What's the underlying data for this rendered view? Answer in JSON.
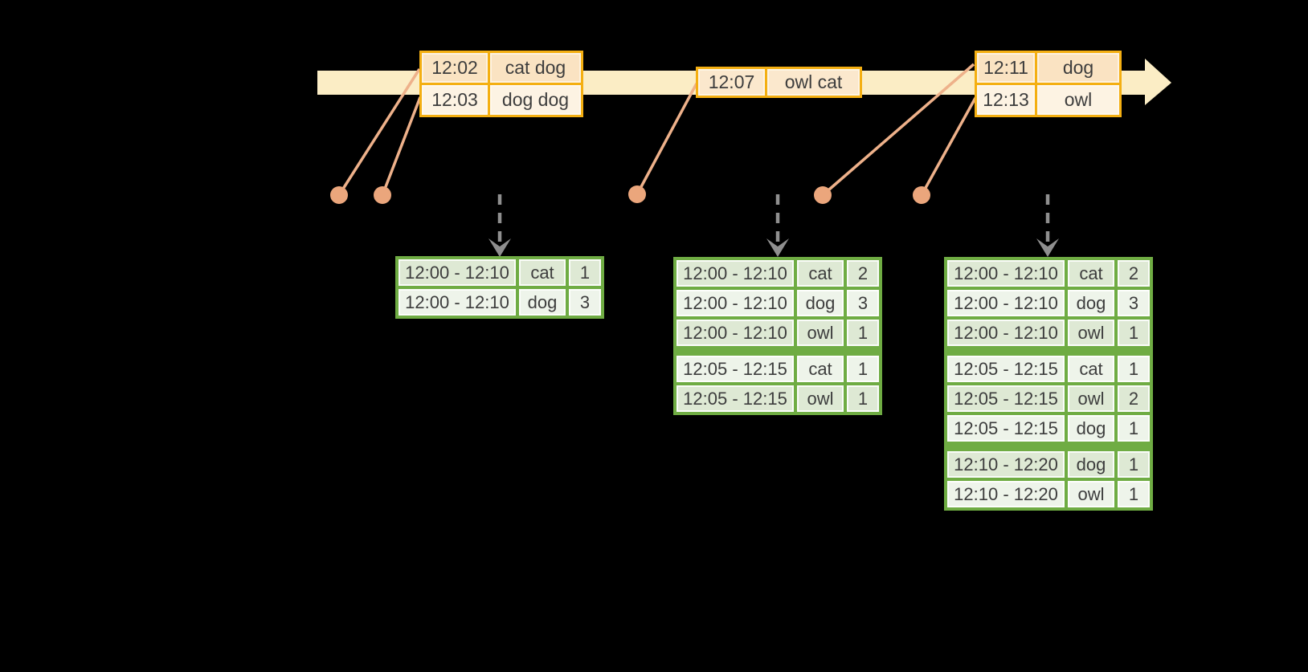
{
  "colors": {
    "background": "#000000",
    "timeline_band": "#FBEDC5",
    "event_table_border": "#F4AF12",
    "event_row_dark": "#FAE3C2",
    "event_row_light": "#FDF3E3",
    "event_dot": "#EBA67C",
    "event_line": "#EEB18A",
    "result_table_border": "#6FAC43",
    "result_row_dark": "#DEE9D4",
    "result_row_light": "#EEF4EA",
    "trigger_arrow": "#8F8F8F",
    "text": "#3D3D3D"
  },
  "event_tables": [
    {
      "rows": [
        {
          "time": "12:02",
          "words": "cat dog"
        },
        {
          "time": "12:03",
          "words": "dog dog"
        }
      ]
    },
    {
      "rows": [
        {
          "time": "12:07",
          "words": "owl cat"
        }
      ]
    },
    {
      "rows": [
        {
          "time": "12:11",
          "words": "dog"
        },
        {
          "time": "12:13",
          "words": "owl"
        }
      ]
    }
  ],
  "result_tables": [
    {
      "rows": [
        {
          "window": "12:00 - 12:10",
          "word": "cat",
          "count": "1"
        },
        {
          "window": "12:00 - 12:10",
          "word": "dog",
          "count": "3"
        }
      ]
    },
    {
      "rows": [
        {
          "window": "12:00 - 12:10",
          "word": "cat",
          "count": "2"
        },
        {
          "window": "12:00 - 12:10",
          "word": "dog",
          "count": "3"
        },
        {
          "window": "12:00 - 12:10",
          "word": "owl",
          "count": "1"
        },
        {
          "window": "12:05 - 12:15",
          "word": "cat",
          "count": "1"
        },
        {
          "window": "12:05 - 12:15",
          "word": "owl",
          "count": "1"
        }
      ]
    },
    {
      "rows": [
        {
          "window": "12:00 - 12:10",
          "word": "cat",
          "count": "2"
        },
        {
          "window": "12:00 - 12:10",
          "word": "dog",
          "count": "3"
        },
        {
          "window": "12:00 - 12:10",
          "word": "owl",
          "count": "1"
        },
        {
          "window": "12:05 - 12:15",
          "word": "cat",
          "count": "1"
        },
        {
          "window": "12:05 - 12:15",
          "word": "owl",
          "count": "2"
        },
        {
          "window": "12:05 - 12:15",
          "word": "dog",
          "count": "1"
        },
        {
          "window": "12:10 - 12:20",
          "word": "dog",
          "count": "1"
        },
        {
          "window": "12:10 - 12:20",
          "word": "owl",
          "count": "1"
        }
      ]
    }
  ]
}
